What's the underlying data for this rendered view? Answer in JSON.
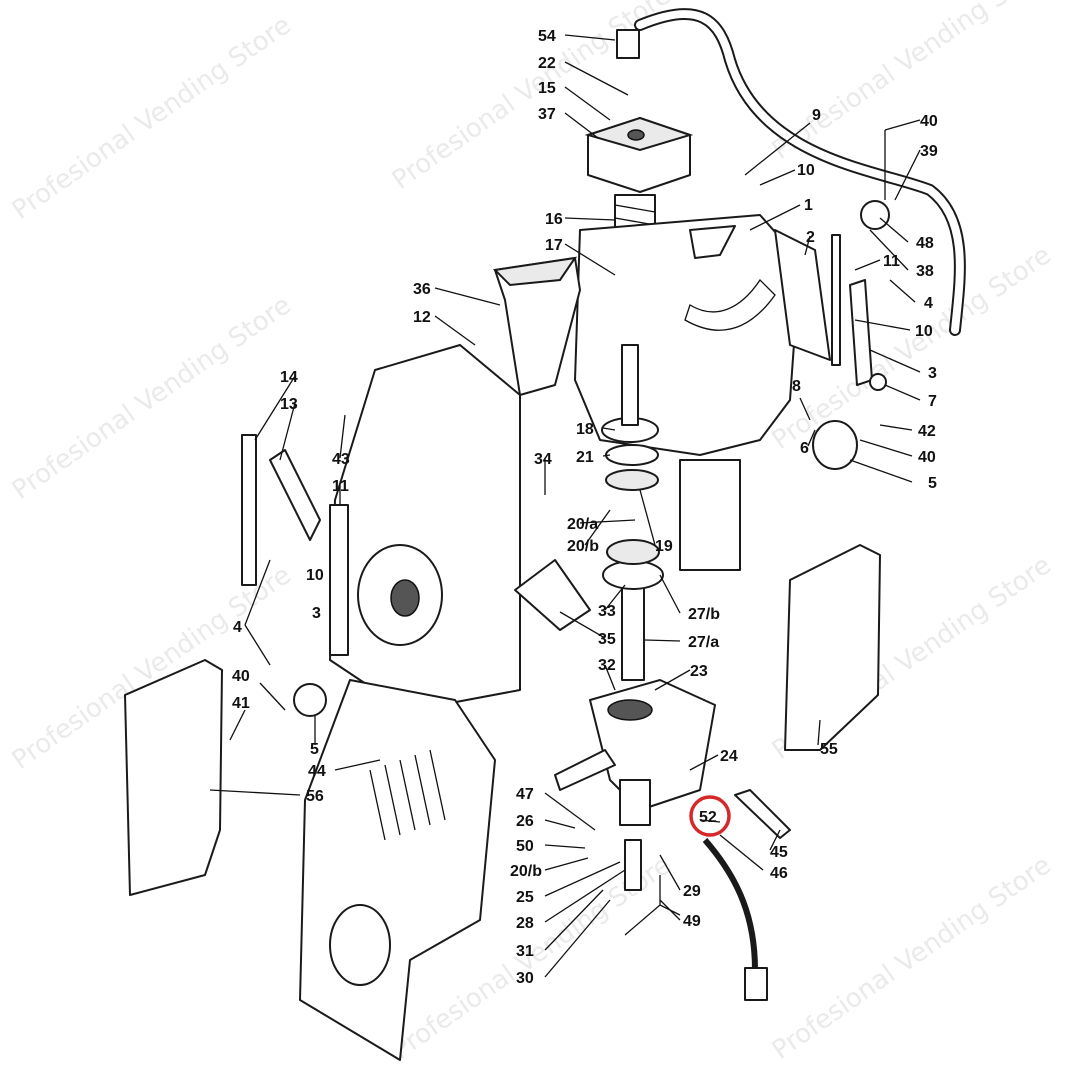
{
  "watermark": {
    "text": "Profesional Vending Store"
  },
  "highlight": {
    "label": "52",
    "color": "#d62828"
  },
  "callouts": {
    "c54": "54",
    "c22": "22",
    "c15": "15",
    "c37": "37",
    "c16": "16",
    "c17": "17",
    "c36": "36",
    "c12": "12",
    "c14": "14",
    "c13": "13",
    "c43": "43",
    "c11a": "11",
    "c10a": "10",
    "c3a": "3",
    "c4a": "4",
    "c40a": "40",
    "c41": "41",
    "c5a": "5",
    "c44": "44",
    "c56": "56",
    "c34": "34",
    "c20a": "20/a",
    "c20b": "20/b",
    "c18": "18",
    "c21": "21",
    "c19": "19",
    "c33": "33",
    "c35": "35",
    "c27b": "27/b",
    "c27a": "27/a",
    "c32": "32",
    "c23": "23",
    "c24": "24",
    "c47": "47",
    "c26": "26",
    "c50": "50",
    "c20b2": "20/b",
    "c25": "25",
    "c28": "28",
    "c31": "31",
    "c30": "30",
    "c29": "29",
    "c49": "49",
    "c45": "45",
    "c46": "46",
    "c55": "55",
    "c9": "9",
    "c10b": "10",
    "c1": "1",
    "c2": "2",
    "c11b": "11",
    "c10c": "10",
    "c3b": "3",
    "c7": "7",
    "c8": "8",
    "c6": "6",
    "c42": "42",
    "c40b": "40",
    "c5b": "5",
    "c4b": "4",
    "c48": "48",
    "c38": "38",
    "c40c": "40",
    "c39": "39"
  }
}
